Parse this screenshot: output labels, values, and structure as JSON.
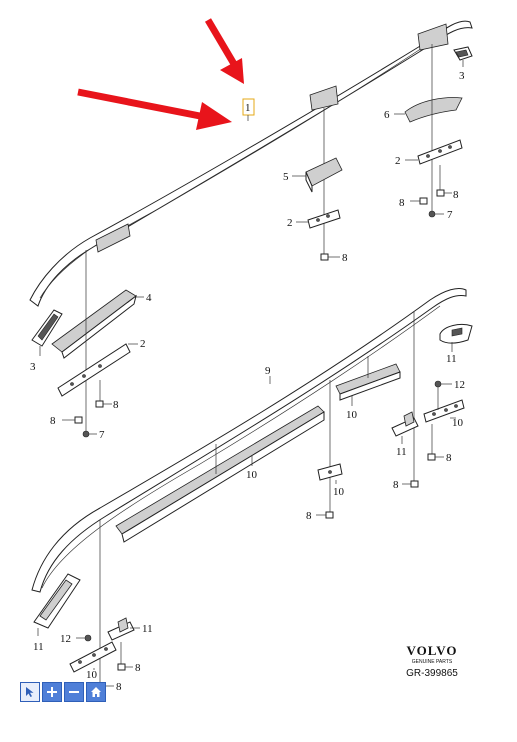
{
  "labels": {
    "upper_rail": "1",
    "cap_front_right": "3",
    "cover_right": "6",
    "bracket_right": "2",
    "nut_right_a": "8",
    "nut_right_b": "8",
    "clip_right": "7",
    "insert_mid": "5",
    "bracket_mid": "2",
    "nut_mid": "8",
    "cover_left": "4",
    "bracket_left": "2",
    "cap_left": "3",
    "nut_left_a": "8",
    "nut_left_b": "8",
    "clip_left": "7",
    "lower_rail": "9",
    "strip_upper": "10",
    "end_right": "11",
    "screw_right": "12",
    "bracket_lower_right": "10",
    "foot_right": "11",
    "nut_lower_right_a": "8",
    "nut_lower_right_b": "8",
    "strip_long": "10",
    "bracket_lower_mid": "10",
    "nut_lower_mid": "8",
    "end_left": "11",
    "screw_left": "12",
    "foot_left": "11",
    "bracket_lower_left": "10",
    "nut_lower_left_a": "8",
    "nut_lower_left_b": "8"
  },
  "brand": {
    "name": "VOLVO",
    "tagline": "GENUINE PARTS",
    "reference": "GR-399865"
  },
  "toolbar": {
    "pointer_icon": "cursor-icon",
    "zoom_in_icon": "plus-icon",
    "zoom_out_icon": "minus-icon",
    "home_icon": "home-icon"
  },
  "colors": {
    "arrow": "#e8141b",
    "highlight": "#e6a817",
    "toolbar": "#4f7fd8"
  }
}
